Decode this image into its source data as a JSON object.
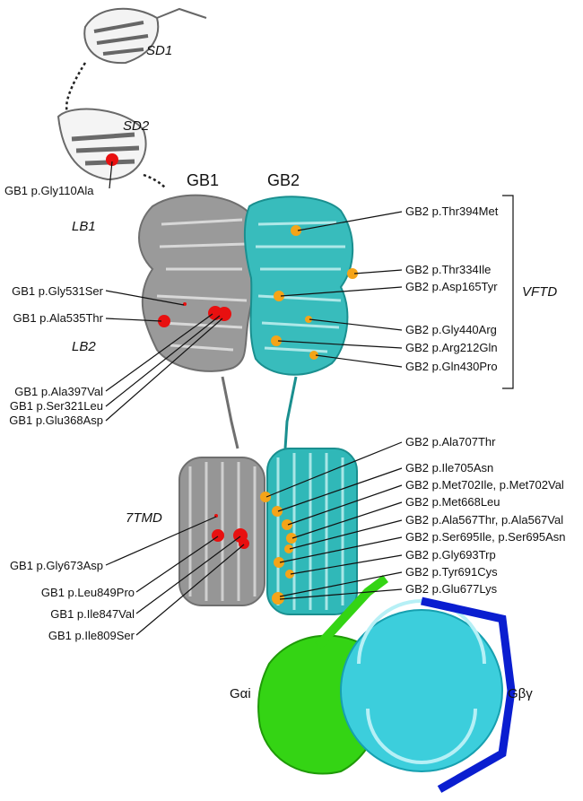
{
  "chains": {
    "gb1": "GB1",
    "gb2": "GB2",
    "galpha": "Gαi",
    "gbetagamma": "Gβγ"
  },
  "domains": {
    "sd1": "SD1",
    "sd2": "SD2",
    "lb1": "LB1",
    "lb2": "LB2",
    "tmd": "7TMD",
    "vftd": "VFTD"
  },
  "gb1_variants": [
    "GB1 p.Gly110Ala",
    "GB1 p.Gly531Ser",
    "GB1 p.Ala535Thr",
    "GB1 p.Ala397Val",
    "GB1 p.Ser321Leu",
    "GB1 p.Glu368Asp",
    "GB1 p.Gly673Asp",
    "GB1 p.Leu849Pro",
    "GB1 p.Ile847Val",
    "GB1 p.Ile809Ser"
  ],
  "gb2_variants": [
    "GB2 p.Thr394Met",
    "GB2 p.Thr334Ile",
    "GB2 p.Asp165Tyr",
    "GB2 p.Gly440Arg",
    "GB2 p.Arg212Gln",
    "GB2 p.Gln430Pro",
    "GB2 p.Ala707Thr",
    "GB2 p.Ile705Asn",
    "GB2 p.Met702Ile, p.Met702Val",
    "GB2 p.Met668Leu",
    "GB2 p.Ala567Thr, p.Ala567Val",
    "GB2 p.Ser695Ile, p.Ser695Asn",
    "GB2 p.Gly693Trp",
    "GB2 p.Tyr691Cys",
    "GB2 p.Glu677Lys"
  ],
  "colors": {
    "gb1": "#808080",
    "gb2": "#2bb5b5",
    "gb1_variant": "#e81010",
    "gb2_variant": "#f5a418",
    "galpha": "#2ecc10",
    "gbeta": "#22c8d8",
    "ggamma": "#0a1ed0"
  }
}
